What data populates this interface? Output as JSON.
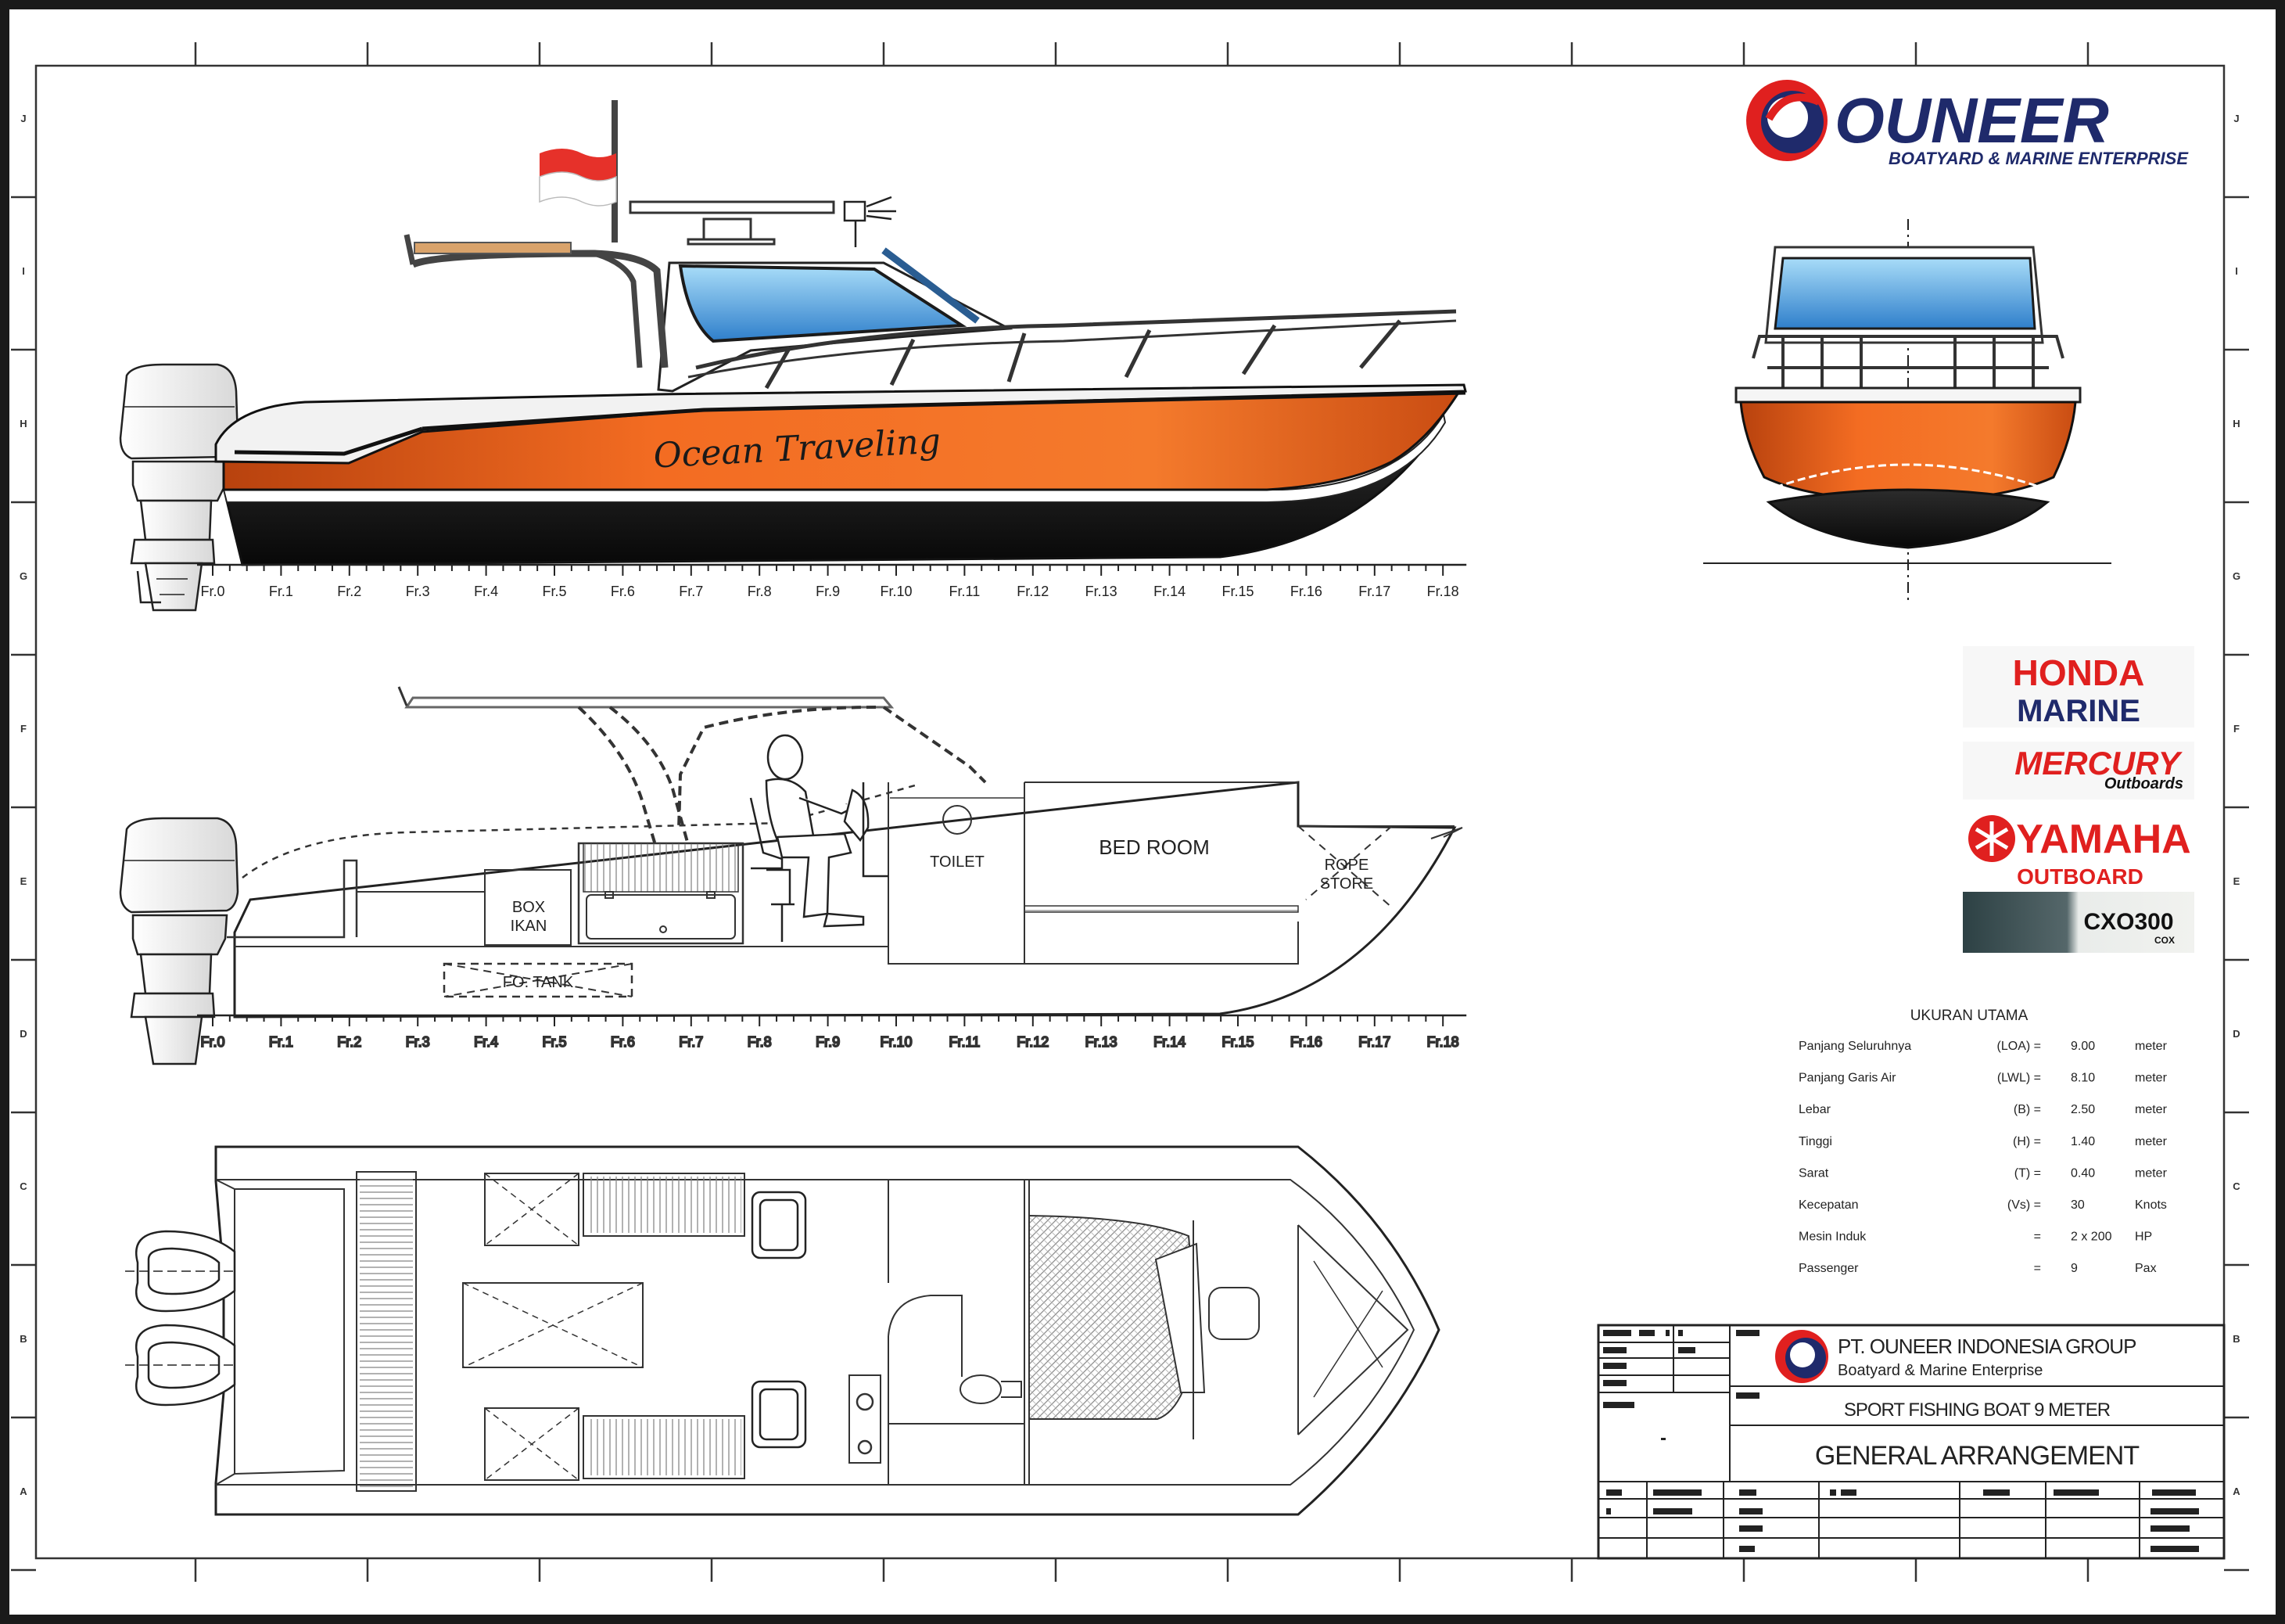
{
  "company": {
    "brand": "OUNEER",
    "tagline": "BOATYARD & MARINE ENTERPRISE"
  },
  "boat_name": "Ocean Traveling",
  "frame_labels": [
    "Fr.0",
    "Fr.1",
    "Fr.2",
    "Fr.3",
    "Fr.4",
    "Fr.5",
    "Fr.6",
    "Fr.7",
    "Fr.8",
    "Fr.9",
    "Fr.10",
    "Fr.11",
    "Fr.12",
    "Fr.13",
    "Fr.14",
    "Fr.15",
    "Fr.16",
    "Fr.17",
    "Fr.18"
  ],
  "border_row_labels_left": [
    "J",
    "I",
    "H",
    "G",
    "F",
    "E",
    "D",
    "C",
    "B",
    "A"
  ],
  "profile_labels": {
    "box_ikan": "BOX IKAN",
    "fo_tank": "FO. TANK",
    "toilet": "TOILET",
    "bed_room": "BED ROOM",
    "rope_store": "ROPE STORE"
  },
  "engine_brands": {
    "honda": "HONDA",
    "marine": "MARINE",
    "mercury": "MERCURY",
    "mercury_sub": "Outboards",
    "yamaha": "YAMAHA",
    "yamaha_sub": "OUTBOARD",
    "cox": "CXO300",
    "cox_sub": "COX"
  },
  "specs": {
    "title": "UKURAN UTAMA",
    "rows": [
      {
        "label": "Panjang Seluruhnya",
        "code": "(LOA) =",
        "value": "9.00",
        "unit": "meter"
      },
      {
        "label": "Panjang Garis Air",
        "code": "(LWL) =",
        "value": "8.10",
        "unit": "meter"
      },
      {
        "label": "Lebar",
        "code": "(B) =",
        "value": "2.50",
        "unit": "meter"
      },
      {
        "label": "Tinggi",
        "code": "(H) =",
        "value": "1.40",
        "unit": "meter"
      },
      {
        "label": "Sarat",
        "code": "(T) =",
        "value": "0.40",
        "unit": "meter"
      },
      {
        "label": "Kecepatan",
        "code": "(Vs) =",
        "value": "30",
        "unit": "Knots"
      },
      {
        "label": "Mesin Induk",
        "code": "=",
        "value": "2 x 200",
        "unit": "HP"
      },
      {
        "label": "Passenger",
        "code": "=",
        "value": "9",
        "unit": "Pax"
      }
    ]
  },
  "title_block": {
    "company": "PT. OUNEER INDONESIA GROUP",
    "company_sub": "Boatyard & Marine Enterprise",
    "project": "SPORT FISHING BOAT 9 METER",
    "drawing": "GENERAL ARRANGEMENT"
  },
  "colors": {
    "hull_orange": "#f06a1e",
    "hull_dark": "#161616",
    "brand_red": "#e0201f",
    "brand_navy": "#1f2a6b",
    "glass_blue": "#3f9be0"
  }
}
